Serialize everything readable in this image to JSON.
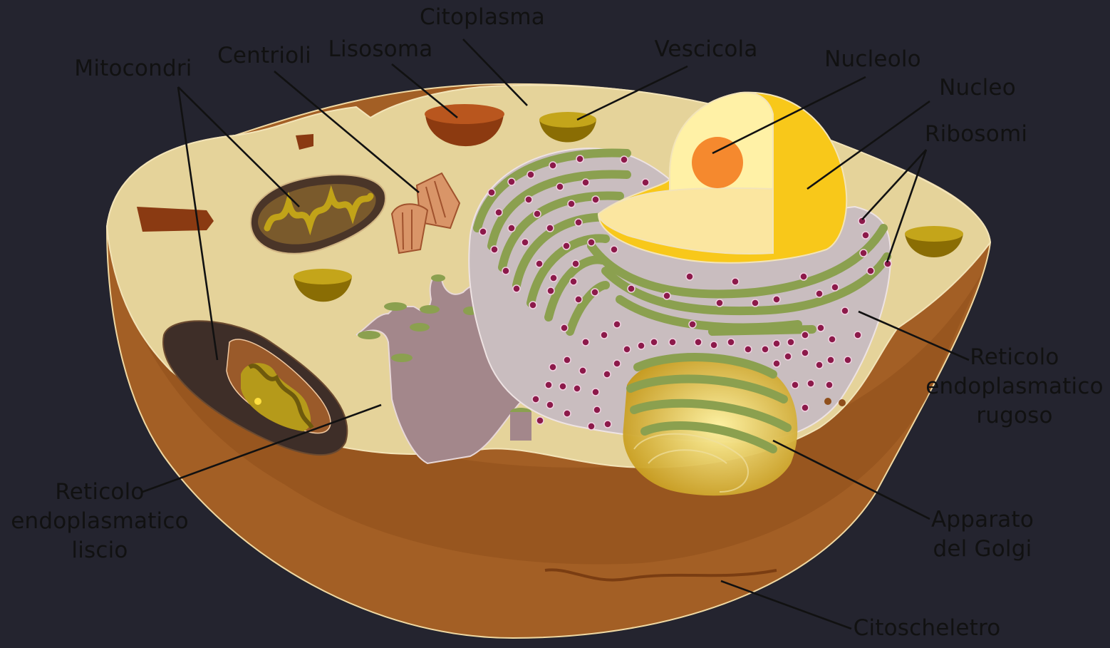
{
  "labels": {
    "citoplasma": "Citoplasma",
    "mitocondri": "Mitocondri",
    "centrioli": "Centrioli",
    "lisosoma": "Lisosoma",
    "vescicola": "Vescicola",
    "nucleolo": "Nucleolo",
    "nucleo": "Nucleo",
    "ribosomi": "Ribosomi",
    "rer": [
      "Reticolo",
      "endoplasmatico",
      "rugoso"
    ],
    "ser": [
      "Reticolo",
      "endoplasmatico",
      "liscio"
    ],
    "golgi": [
      "Apparato",
      "del Golgi"
    ],
    "citoscheletro": "Citoscheletro"
  },
  "colors": {
    "background": "#24242f",
    "cytoplasm": "#e5d39a",
    "membrane_outer": "#a35f25",
    "nucleus": "#f8cf1c",
    "nucleolus": "#f5892e",
    "er_rough": "#c9bdbf",
    "er_smooth": "#a3878b",
    "er_membrane": "#8ba04f",
    "ribosome": "#8c1a4a",
    "mitochondrion": "#7a5a2c",
    "golgi": "#c9a11e",
    "lysosome": "#9c4a18",
    "vesicle": "#9e7d06",
    "centriole": "#d99568"
  }
}
